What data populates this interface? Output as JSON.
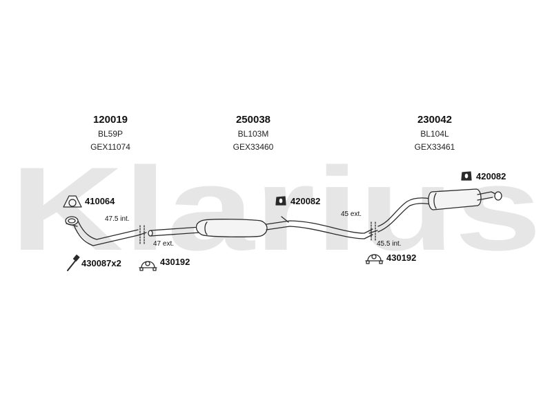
{
  "watermark": "Klarius",
  "colors": {
    "watermark": "#e6e6e6",
    "line": "#2a2a2a",
    "fill": "#f4f4f4"
  },
  "sections": [
    {
      "code": "120019",
      "ref": "BL59P",
      "gex": "GEX11074"
    },
    {
      "code": "250038",
      "ref": "BL103M",
      "gex": "GEX33460"
    },
    {
      "code": "230042",
      "ref": "BL104L",
      "gex": "GEX33461"
    }
  ],
  "parts": {
    "gasket_left": "410064",
    "bolt_left": "430087x2",
    "clamp_left": "430192",
    "hanger_mid": "420082",
    "hanger_right": "420082",
    "clamp_right": "430192"
  },
  "dimensions": {
    "left_int": "47.5 int.",
    "left_ext": "47 ext.",
    "right_ext": "45 ext.",
    "right_int": "45.5 int."
  }
}
